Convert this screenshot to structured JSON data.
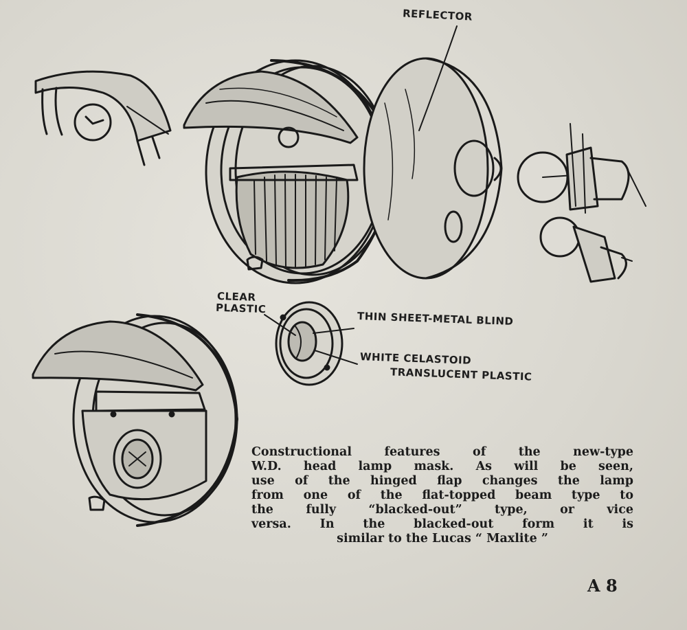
{
  "labels": {
    "reflector": "REFLECTOR",
    "clear_plastic": [
      "CLEAR",
      "PLASTIC"
    ],
    "thin_blind": "THIN SHEET-METAL BLIND",
    "celastoid": [
      "WHITE CELASTOID",
      "TRANSLUCENT PLASTIC"
    ]
  },
  "caption": [
    "Constructional features of the new-type",
    "W.D. head lamp mask.  As will be seen,",
    "use of the hinged flap changes the lamp",
    "from one of the flat-topped beam type to",
    "the fully “blacked-out” type, or vice",
    "versa.  In the blacked-out form it is",
    "similar to the Lucas “ Maxlite ”"
  ],
  "page_number": "A 8"
}
